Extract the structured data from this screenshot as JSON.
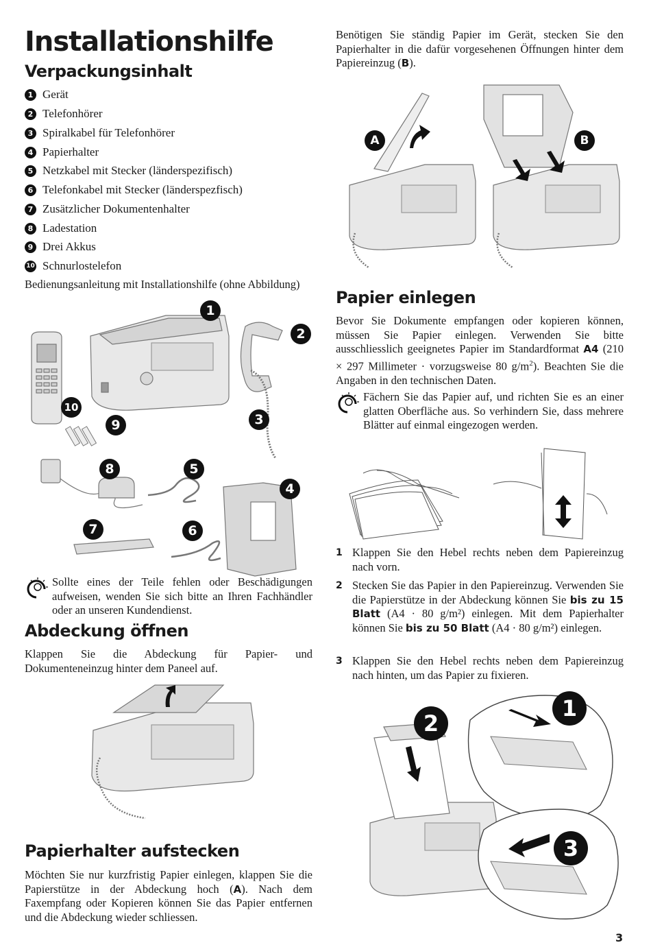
{
  "title": "Installationshilfe",
  "packaging": {
    "heading": "Verpackungsinhalt",
    "items": [
      {
        "num": "1",
        "label": "Gerät"
      },
      {
        "num": "2",
        "label": "Telefonhörer"
      },
      {
        "num": "3",
        "label": "Spiralkabel für Telefonhörer"
      },
      {
        "num": "4",
        "label": "Papierhalter"
      },
      {
        "num": "5",
        "label": "Netzkabel mit Stecker (länderspezifisch)"
      },
      {
        "num": "6",
        "label": "Telefonkabel mit Stecker (länderspezfisch)"
      },
      {
        "num": "7",
        "label": "Zusätzlicher Dokumentenhalter"
      },
      {
        "num": "8",
        "label": "Ladestation"
      },
      {
        "num": "9",
        "label": "Drei Akkus"
      },
      {
        "num": "10",
        "label": "Schnurlostelefon"
      }
    ],
    "note": "Bedienungsanleitung mit Installationshilfe (ohne Abbildung)",
    "tip": "Sollte eines der Teile fehlen oder Beschädigungen aufweisen, wenden Sie sich bitte an Ihren Fachhändler oder an unseren Kundendienst."
  },
  "cover": {
    "heading": "Abdeckung öffnen",
    "text": "Klappen Sie die Abdeckung für Papier- und Dokumenteneinzug hinter dem Paneel auf."
  },
  "holder": {
    "heading": "Papierhalter aufstecken",
    "text_a": "Möchten Sie nur kurzfristig Papier einlegen, klappen Sie die Papierstütze in der Abdeckung hoch (",
    "label_a": "A",
    "text_b": "). Nach dem Faxempfang oder Kopieren können Sie das Papier entfernen und die Abdeckung wieder schliessen.",
    "right_text_a": "Benötigen Sie ständig Papier im Gerät, stecken Sie den Papierhalter in die dafür vorgesehenen Öffnungen hinter dem Papiereinzug (",
    "label_b": "B",
    "right_text_b": ").",
    "fig_label_a": "A",
    "fig_label_b": "B"
  },
  "paper": {
    "heading": "Papier einlegen",
    "intro_a": "Bevor Sie Dokumente empfangen oder kopieren können, müssen Sie Papier einlegen. Verwenden Sie bitte ausschliesslich geeignetes Papier im Standardformat ",
    "format": "A4",
    "intro_b": " (210 × 297 Millimeter · vorzugsweise 80 g/m",
    "sup": "2",
    "intro_c": "). Beachten Sie die Angaben in den technischen Daten.",
    "tip": "Fächern Sie das Papier auf, und richten Sie es an einer glatten Oberfläche aus. So verhindern Sie, dass mehrere Blätter auf einmal eingezogen werden.",
    "steps": [
      {
        "n": "1",
        "text": "Klappen Sie den Hebel rechts neben dem Papiereinzug nach vorn."
      },
      {
        "n": "2",
        "text_a": "Stecken Sie das Papier in den Papiereinzug. Verwenden Sie die Papierstütze in der Abdeckung können Sie ",
        "bold_a": "bis zu 15 Blatt",
        "text_b": " (A4 · 80 g/m²) einlegen. Mit dem Papierhalter können Sie ",
        "bold_b": "bis zu 50 Blatt",
        "text_c": " (A4 · 80 g/m²) einlegen."
      },
      {
        "n": "3",
        "text": "Klappen Sie den Hebel rechts neben dem Papiereinzug nach hinten, um das Papier zu fixieren."
      }
    ],
    "fig_steps": [
      "1",
      "2",
      "3"
    ]
  },
  "page_number": "3"
}
